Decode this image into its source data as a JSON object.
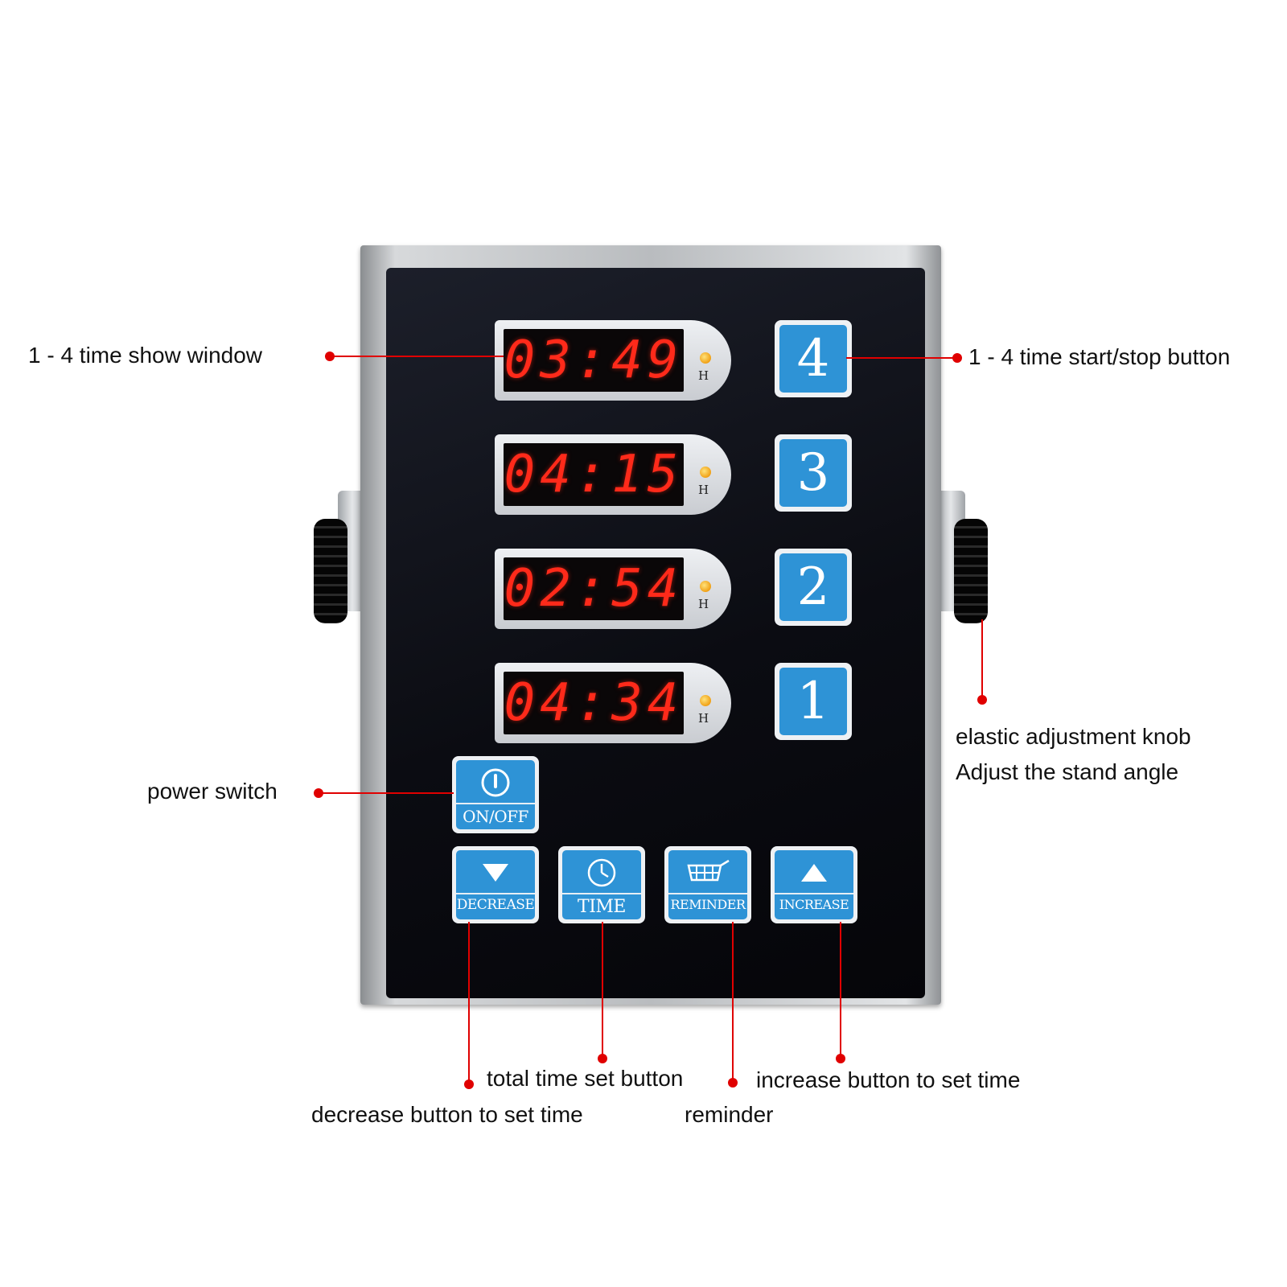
{
  "device": {
    "timers": [
      {
        "id": 4,
        "display": "03:49",
        "indicator": "H"
      },
      {
        "id": 3,
        "display": "04:15",
        "indicator": "H"
      },
      {
        "id": 2,
        "display": "02:54",
        "indicator": "H"
      },
      {
        "id": 1,
        "display": "04:34",
        "indicator": "H"
      }
    ],
    "start_stop_buttons": [
      "4",
      "3",
      "2",
      "1"
    ],
    "power_button": {
      "label": "ON/OFF",
      "icon": "power-icon"
    },
    "function_buttons": [
      {
        "label": "DECREASE",
        "icon": "triangle-down-icon"
      },
      {
        "label": "TIME",
        "icon": "clock-icon"
      },
      {
        "label": "REMINDER",
        "icon": "basket-icon"
      },
      {
        "label": "INCREASE",
        "icon": "triangle-up-icon"
      }
    ]
  },
  "annotations": {
    "time_window": "1 - 4 time show window",
    "start_stop": "1 - 4 time start/stop button",
    "knob_line1": "elastic adjustment knob",
    "knob_line2": "Adjust the stand angle",
    "power": "power switch",
    "total_time": "total time set button",
    "decrease": "decrease button to set time",
    "increase": "increase button to set time",
    "reminder": "reminder"
  },
  "colors": {
    "button_blue": "#2e93d6",
    "led_red": "#ff2a1a",
    "annotation_red": "#e00000",
    "indicator_amber": "#f0a015"
  }
}
